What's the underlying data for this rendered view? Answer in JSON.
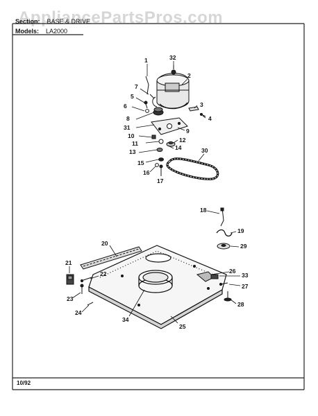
{
  "watermark": "AppliancePartsPros.com",
  "header": {
    "section_label": "Section:",
    "section_value": "BASE & DRIVE",
    "models_label": "Models:",
    "models_value": "LA2000"
  },
  "footer_date": "10/92",
  "callouts": [
    "1",
    "2",
    "3",
    "4",
    "5",
    "6",
    "7",
    "8",
    "9",
    "10",
    "11",
    "12",
    "13",
    "14",
    "15",
    "16",
    "17",
    "18",
    "19",
    "20",
    "21",
    "22",
    "23",
    "24",
    "25",
    "26",
    "27",
    "28",
    "29",
    "30",
    "31",
    "32",
    "33",
    "34"
  ]
}
